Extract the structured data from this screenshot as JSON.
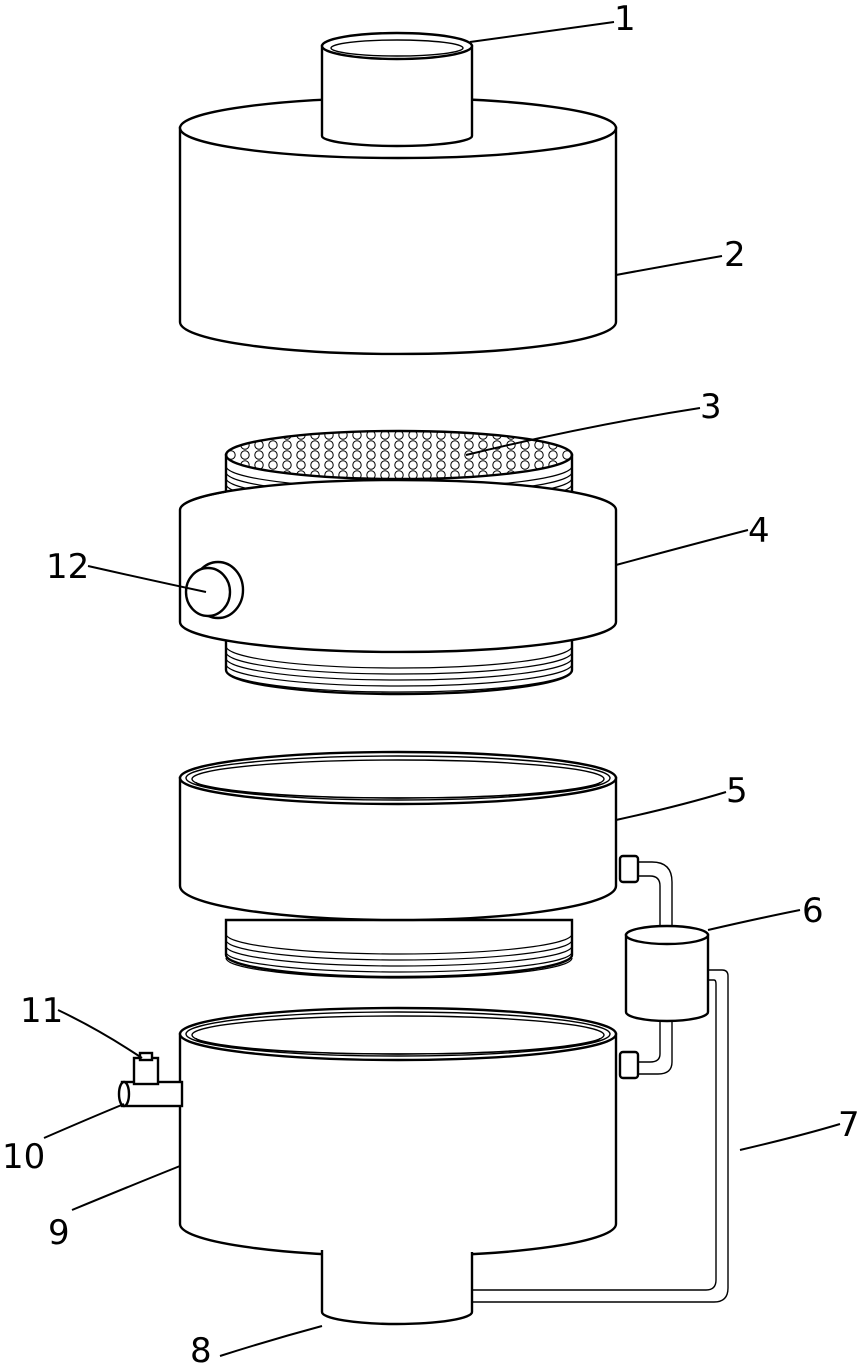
{
  "labels": {
    "l1": "1",
    "l2": "2",
    "l3": "3",
    "l4": "4",
    "l5": "5",
    "l6": "6",
    "l7": "7",
    "l8": "8",
    "l9": "9",
    "l10": "10",
    "l11": "11",
    "l12": "12"
  }
}
